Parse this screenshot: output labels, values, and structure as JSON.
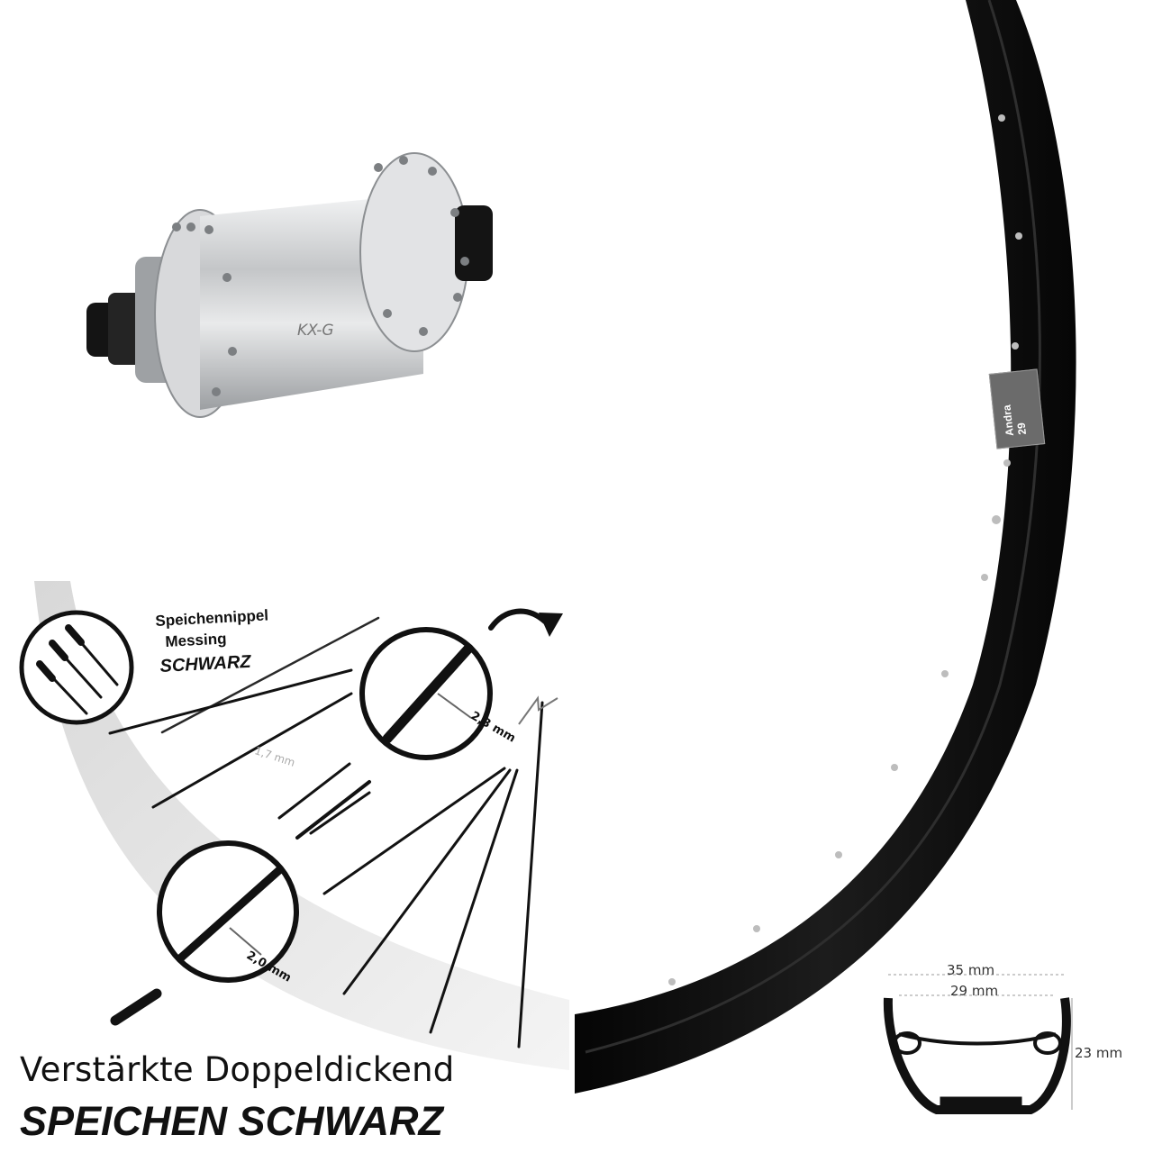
{
  "captions": {
    "line1": "Verstärkte Doppeldickend",
    "line2": "SPEICHEN SCHWARZ"
  },
  "nipple_callout": {
    "line1": "Speichennippel",
    "line2": "Messing",
    "line3": "SCHWARZ"
  },
  "spoke_thickness": {
    "middle": "1,7 mm",
    "top": "2,3 mm",
    "bottom": "2,0 mm"
  },
  "hub": {
    "brand_text": "KX-G"
  },
  "rim": {
    "label_text": "Andra 29",
    "profile": {
      "outer_width": "35 mm",
      "inner_width": "29 mm",
      "height": "23 mm"
    }
  },
  "colors": {
    "rim": "#0b0b0b",
    "hub": "#c9cbcd",
    "arc": "#e6e6e6",
    "spoke": "#111111"
  },
  "icons": [
    "hub-image",
    "rim-image",
    "spoke-nipple-icon",
    "spoke-head-icon",
    "spoke-profile-icon"
  ]
}
